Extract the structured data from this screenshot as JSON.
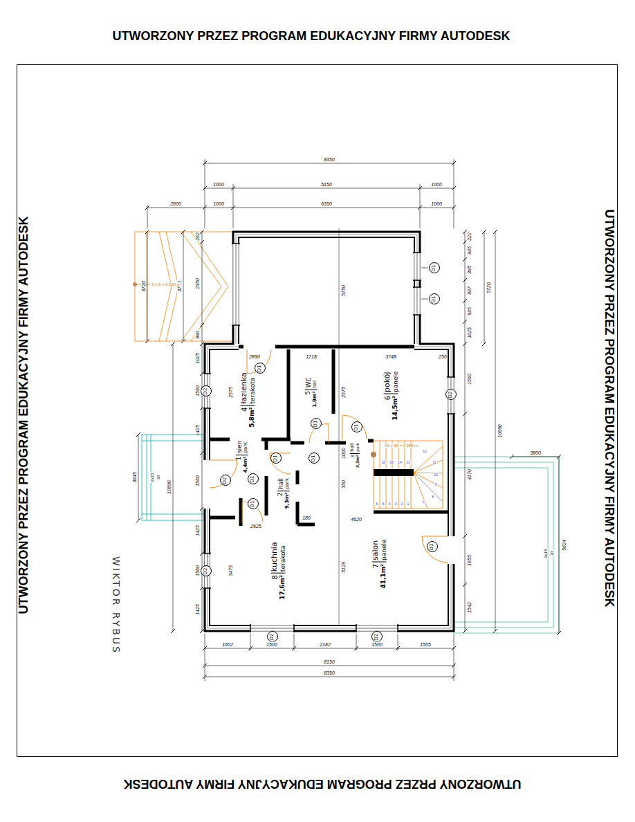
{
  "diagram": {
    "nodes": [
      {
        "text": [
          "D1"
        ]
      },
      {
        "text": [
          "D1"
        ]
      },
      {
        "text": [
          "D1"
        ]
      },
      {
        "text": [
          "4",
          "łazienka",
          "terakota",
          "5,8m²"
        ]
      },
      {
        "text": [
          "5",
          "WC",
          "ter.",
          "1,9m²"
        ]
      },
      {
        "text": [
          "6",
          "pokój",
          "panele",
          "14,5m²"
        ]
      },
      {
        "text": [
          "D2"
        ]
      },
      {
        "text": [
          "D2"
        ]
      },
      {
        "text": [
          "D1"
        ]
      },
      {
        "text": [
          "D1"
        ]
      },
      {
        "text": [
          "3",
          "hall",
          "park",
          "3,3m²"
        ]
      },
      {
        "text": [
          "1",
          "sien",
          "park",
          "4,4m²"
        ]
      },
      {
        "text": [
          "2",
          "hall",
          "park",
          "9,3m²"
        ]
      },
      {
        "text": [
          "D1"
        ]
      },
      {
        "text": [
          "D1"
        ]
      },
      {
        "text": [
          "D1"
        ]
      },
      {
        "text": [
          "D2"
        ]
      },
      {
        "text": [
          "D1"
        ]
      },
      {
        "text": [
          "D1"
        ]
      },
      {
        "text": [
          "7",
          "salon",
          "panele",
          "41,1m²"
        ]
      },
      {
        "text": [
          "8",
          "kuchnia",
          "terakota",
          "17,6m²"
        ]
      },
      {
        "text": [
          "D2"
        ]
      },
      {
        "text": [
          "D2"
        ]
      },
      {
        "text": [
          "D2"
        ]
      }
    ],
    "labels": [
      "UTWORZONY PRZEZ PROGRAM EDUKACYJNY FIRMY AUTODESK",
      "UTWORZONY PRZEZ PROGRAM EDUKACYJNY FIRMY AUTODESK",
      "UTWORZONY PRZEZ PROGRAM EDUKACYJNY FIRMY AUTODESK",
      "UTWORZONY PRZEZ PROGRAM EDUKACYJNY FIRMY AUTODESK",
      "WIKTOR RYBUS",
      "8350",
      "1000",
      "5150",
      "1000",
      "2000",
      "1000",
      "6350",
      "1000",
      "1602",
      "1500",
      "2182",
      "1500",
      "1505",
      "8150",
      "8350",
      "3720",
      "3720",
      "262",
      "2350",
      "980",
      "1025",
      "1560",
      "1425",
      "1560",
      "1425",
      "1560",
      "1425",
      "10690",
      "3645",
      "222",
      "885",
      "395",
      "887",
      "935",
      "1025",
      "1560",
      "4170",
      "1655",
      "1542",
      "5720",
      "10690",
      "3800",
      "5624",
      "5750",
      "2890",
      "1218",
      "3748",
      "250",
      "2575",
      "2575",
      "4620",
      "2625",
      "5129",
      "3475",
      "1000",
      "350",
      "180",
      "9 x 5 = 0,250 m",
      "16 x 18 = 0,288 m",
      "2x15",
      "30",
      "2x15",
      "30",
      "1",
      "2",
      "3",
      "4",
      "5",
      "6",
      "7",
      "8",
      "9",
      "10",
      "11",
      "12",
      "13",
      "14",
      "15",
      "16"
    ]
  }
}
